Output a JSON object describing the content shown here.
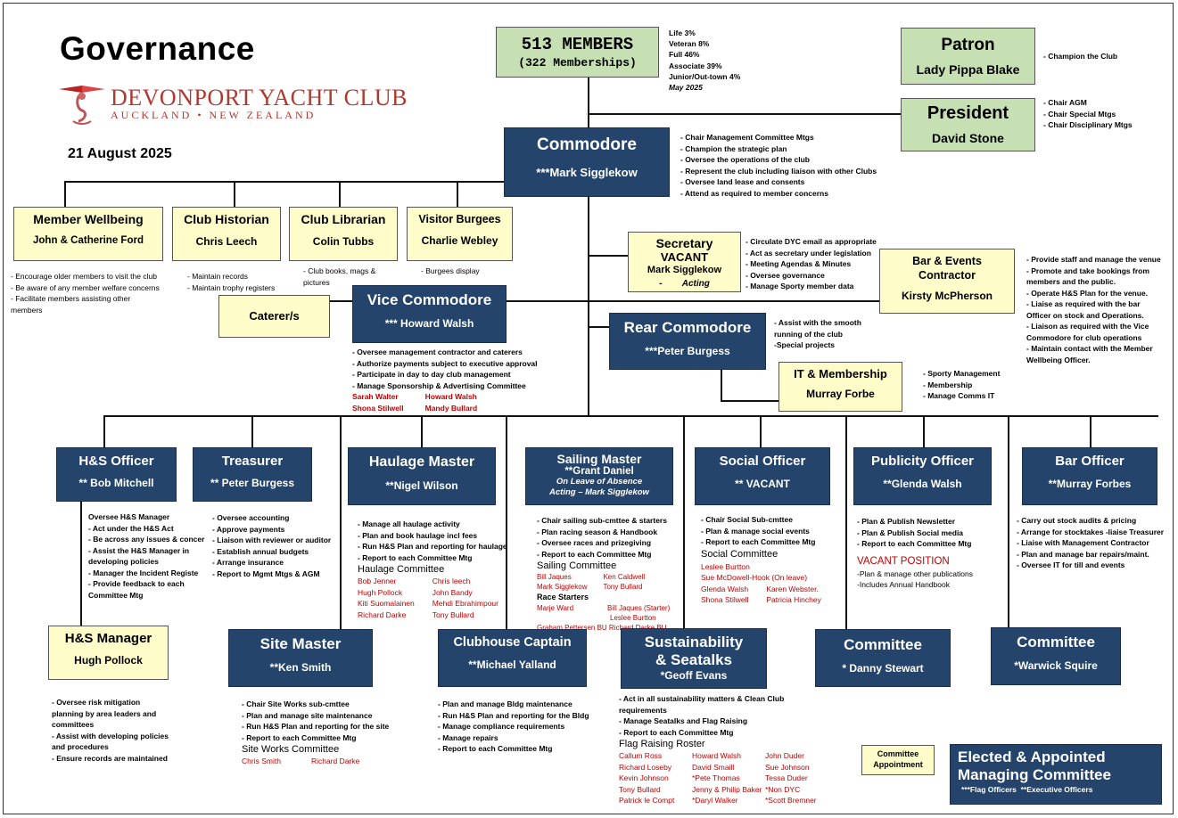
{
  "page_title": "Governance",
  "date": "21 August 2025",
  "logo": {
    "name": "DEVONPORT YACHT CLUB",
    "sub": "AUCKLAND • NEW ZEALAND"
  },
  "members": {
    "title": "513 MEMBERS",
    "sub": "(322 Memberships)",
    "stats": [
      "Life 3%",
      "Veteran 8%",
      "Full 46%",
      "Associate 39%",
      "Junior/Out-town 4%"
    ],
    "stats_date": "May 2025"
  },
  "patron": {
    "title": "Patron",
    "name": "Lady Pippa Blake",
    "duties": [
      "- Champion the Club"
    ]
  },
  "president": {
    "title": "President",
    "name": "David Stone",
    "duties": [
      "- Chair AGM",
      "- Chair Special Mtgs",
      "- Chair Disciplinary Mtgs"
    ]
  },
  "commodore": {
    "title": "Commodore",
    "name": "***Mark Sigglekow",
    "duties": [
      "- Chair Management Committee Mtgs",
      "- Champion the strategic plan",
      "- Oversee the operations of the club",
      "- Represent the club including liaison with other Clubs",
      "- Oversee land lease and consents",
      "- Attend as required to member concerns"
    ]
  },
  "member_wellbeing": {
    "title": "Member Wellbeing",
    "name": "John & Catherine Ford",
    "duties": [
      "- Encourage older members to visit the club",
      "- Be aware of any member welfare concerns",
      "- Facilitate members assisting other",
      "members"
    ]
  },
  "club_historian": {
    "title": "Club Historian",
    "name": "Chris Leech",
    "duties": [
      "- Maintain records",
      "- Maintain trophy registers"
    ]
  },
  "club_librarian": {
    "title": "Club Librarian",
    "name": "Colin Tubbs",
    "duties": [
      "- Club books, mags &",
      "pictures"
    ]
  },
  "visitor_burgees": {
    "title": "Visitor Burgees",
    "name": "Charlie Webley",
    "duties": [
      "- Burgees display"
    ]
  },
  "secretary": {
    "title": "Secretary",
    "vacant": "VACANT",
    "acting_name": "Mark Sigglekow",
    "acting_prefix": "-",
    "acting_label": "Acting",
    "duties": [
      "- Circulate DYC email as appropriate",
      "- Act as secretary under legislation",
      "- Meeting Agendas & Minutes",
      "- Oversee governance",
      "- Manage Sporty member data"
    ]
  },
  "bar_events": {
    "title1": "Bar & Events",
    "title2": "Contractor",
    "name": "Kirsty McPherson",
    "duties": [
      "- Provide staff and manage the venue",
      "- Promote and take bookings from",
      "members and the public.",
      "- Operate H&S Plan for the venue.",
      "- Liaise as required with the bar",
      "Officer on stock and Operations.",
      "- Liaison as required with the Vice",
      "Commodore for club operations",
      "- Maintain contact with the Member",
      "Wellbeing Officer."
    ]
  },
  "caterers": {
    "title": "Caterer/s"
  },
  "vice_commodore": {
    "title": "Vice Commodore",
    "name": "*** Howard Walsh",
    "duties": [
      "- Oversee management contractor and caterers",
      "- Authorize payments subject to executive approval",
      "- Participate in day to day club management",
      "- Manage Sponsorship & Advertising Committee"
    ],
    "committee": [
      [
        "Sarah Walter",
        "Shona Stilwell"
      ],
      [
        "Howard Walsh",
        "Mandy Bullard"
      ]
    ]
  },
  "rear_commodore": {
    "title": "Rear Commodore",
    "name": "***Peter Burgess",
    "duties": [
      "- Assist with the smooth",
      "running of the club",
      "-Special projects"
    ]
  },
  "it_membership": {
    "title": "IT & Membership",
    "name": "Murray Forbe",
    "duties": [
      "- Sporty Management",
      "- Membership",
      "- Manage Comms IT"
    ]
  },
  "hs_officer": {
    "title": "H&S Officer",
    "name": "** Bob Mitchell",
    "duties": [
      "Oversee H&S Manager",
      "- Act under the H&S Act",
      "- Be across any issues & concer",
      "- Assist the H&S Manager in",
      "developing policies",
      "- Manager the Incident Registe",
      "- Provide feedback to each",
      "Committee Mtg"
    ]
  },
  "treasurer": {
    "title": "Treasurer",
    "name": "** Peter Burgess",
    "duties": [
      "- Oversee accounting",
      "- Approve payments",
      "- Liaison with reviewer or auditor",
      "- Establish annual budgets",
      "- Arrange insurance",
      "- Report to Mgmt Mtgs & AGM"
    ]
  },
  "haulage_master": {
    "title": "Haulage Master",
    "name": "**Nigel Wilson",
    "duties": [
      "- Manage all haulage activity",
      "- Plan and book haulage incl fees",
      "- Run H&S Plan and reporting for haulage",
      "- Report to each Committee Mtg"
    ],
    "committee_title": "Haulage Committee",
    "committee": [
      [
        "Bob Jenner",
        "Hugh Pollock",
        "Kiti Suomalainen",
        "Richard Darke"
      ],
      [
        "Chris leech",
        "John Bandy",
        "Mehdi Ebrahimpour",
        "Tony Bullard"
      ]
    ]
  },
  "sailing_master": {
    "title": "Sailing Master",
    "name": "**Grant Daniel",
    "note1": "On Leave of Absence",
    "note2": "Acting – Mark Sigglekow",
    "duties": [
      "- Chair sailing sub-cmttee & starters",
      "- Plan racing season & Handbook",
      "- Oversee races and prizegiving",
      "- Report to each Committee Mtg"
    ],
    "committee_title": "Sailing Committee",
    "committee": [
      [
        "Bill Jaques",
        "Mark Sigglekow"
      ],
      [
        "Ken Caldwell",
        "Tony Bullard"
      ]
    ],
    "starters_title": "Race Starters",
    "starters_row1": [
      "Marje Ward",
      "Bill Jaques (Starter)"
    ],
    "starters_row2": [
      "",
      "Leslee Burtton"
    ],
    "starters_row3": "Graham Pettersen BU Richard Darke BU"
  },
  "social_officer": {
    "title": "Social Officer",
    "name": "** VACANT",
    "duties": [
      "- Chair Social Sub-cmttee",
      "- Plan & manage social events",
      "- Report to each Committee Mtg"
    ],
    "committee_title": "Social Committee",
    "committee_lead": "Leslee Burtton",
    "committee_lead2": "Sue McDowell-Hook (On leave)",
    "committee": [
      [
        "Glenda Walsh",
        "Shona Stilwell"
      ],
      [
        "Karen Webster.",
        "Patricia Hinchey"
      ]
    ]
  },
  "publicity_officer": {
    "title": "Publicity Officer",
    "name": "**Glenda Walsh",
    "duties": [
      "- Plan & Publish Newsletter",
      "- Plan & Publish Social media",
      "- Report to each Committee Mtg"
    ],
    "vacant_title": "VACANT POSITION",
    "vacant_duties": [
      "-Plan & manage other publications",
      "-Includes Annual Handbook"
    ]
  },
  "bar_officer": {
    "title": "Bar Officer",
    "name": "**Murray Forbes",
    "duties": [
      "- Carry out stock audits & pricing",
      "- Arrange for stocktakes -liaise Treasurer",
      "- Liaise with Management Contractor",
      "- Plan and manage bar repairs/maint.",
      "- Oversee IT for till and events"
    ]
  },
  "hs_manager": {
    "title": "H&S Manager",
    "name": "Hugh Pollock",
    "duties": [
      "- Oversee risk mitigation",
      "planning by area leaders and",
      "committees",
      "- Assist with developing policies",
      "and procedures",
      "- Ensure records are maintained"
    ]
  },
  "site_master": {
    "title": "Site Master",
    "name": "**Ken Smith",
    "duties": [
      "- Chair Site Works  sub-cmttee",
      "- Plan and manage site maintenance",
      "- Run H&S Plan and reporting for the site",
      "- Report to each Committee Mtg"
    ],
    "committee_title": "Site Works Committee",
    "committee": [
      "Chris Smith",
      "Richard Darke"
    ]
  },
  "clubhouse_captain": {
    "title": "Clubhouse Captain",
    "name": "**Michael Yalland",
    "duties": [
      "- Plan and manage Bldg maintenance",
      "- Run H&S Plan and reporting for the Bldg",
      "- Manage compliance requirements",
      "- Manage repairs",
      "- Report to each Committee Mtg"
    ]
  },
  "sustainability": {
    "title1": "Sustainability",
    "title2": "& Seatalks",
    "name": "*Geoff Evans",
    "duties": [
      "- Act in all sustainability matters & Clean Club",
      "requirements",
      "- Manage Seatalks and Flag Raising",
      "- Report to each Committee Mtg"
    ],
    "roster_title": "Flag Raising Roster",
    "roster": [
      [
        "Callum Ross",
        "Richard Loseby",
        "Kevin Johnson",
        "Tony Bullard",
        "Patrick le Compt"
      ],
      [
        "Howard Walsh",
        "David Smaill",
        "*Pete Thomas",
        "Jenny & Philip Baker",
        "*Daryl Walker"
      ],
      [
        "John Duder",
        "Sue Johnson",
        "Tessa Duder",
        "*Non DYC",
        "*Scott Bremner"
      ]
    ]
  },
  "committee1": {
    "title": "Committee",
    "name": "* Danny Stewart"
  },
  "committee2": {
    "title": "Committee",
    "name": "*Warwick Squire"
  },
  "legend": {
    "label1": "Committee",
    "label2": "Appointment",
    "title1": "Elected & Appointed",
    "title2": "Managing Committee",
    "sub1": "***Flag Officers",
    "sub2": "**Executive Officers"
  },
  "colors": {
    "navy": "#24446b",
    "yellow": "#fefdc9",
    "green": "#c6e0b4",
    "red": "#c00000"
  }
}
